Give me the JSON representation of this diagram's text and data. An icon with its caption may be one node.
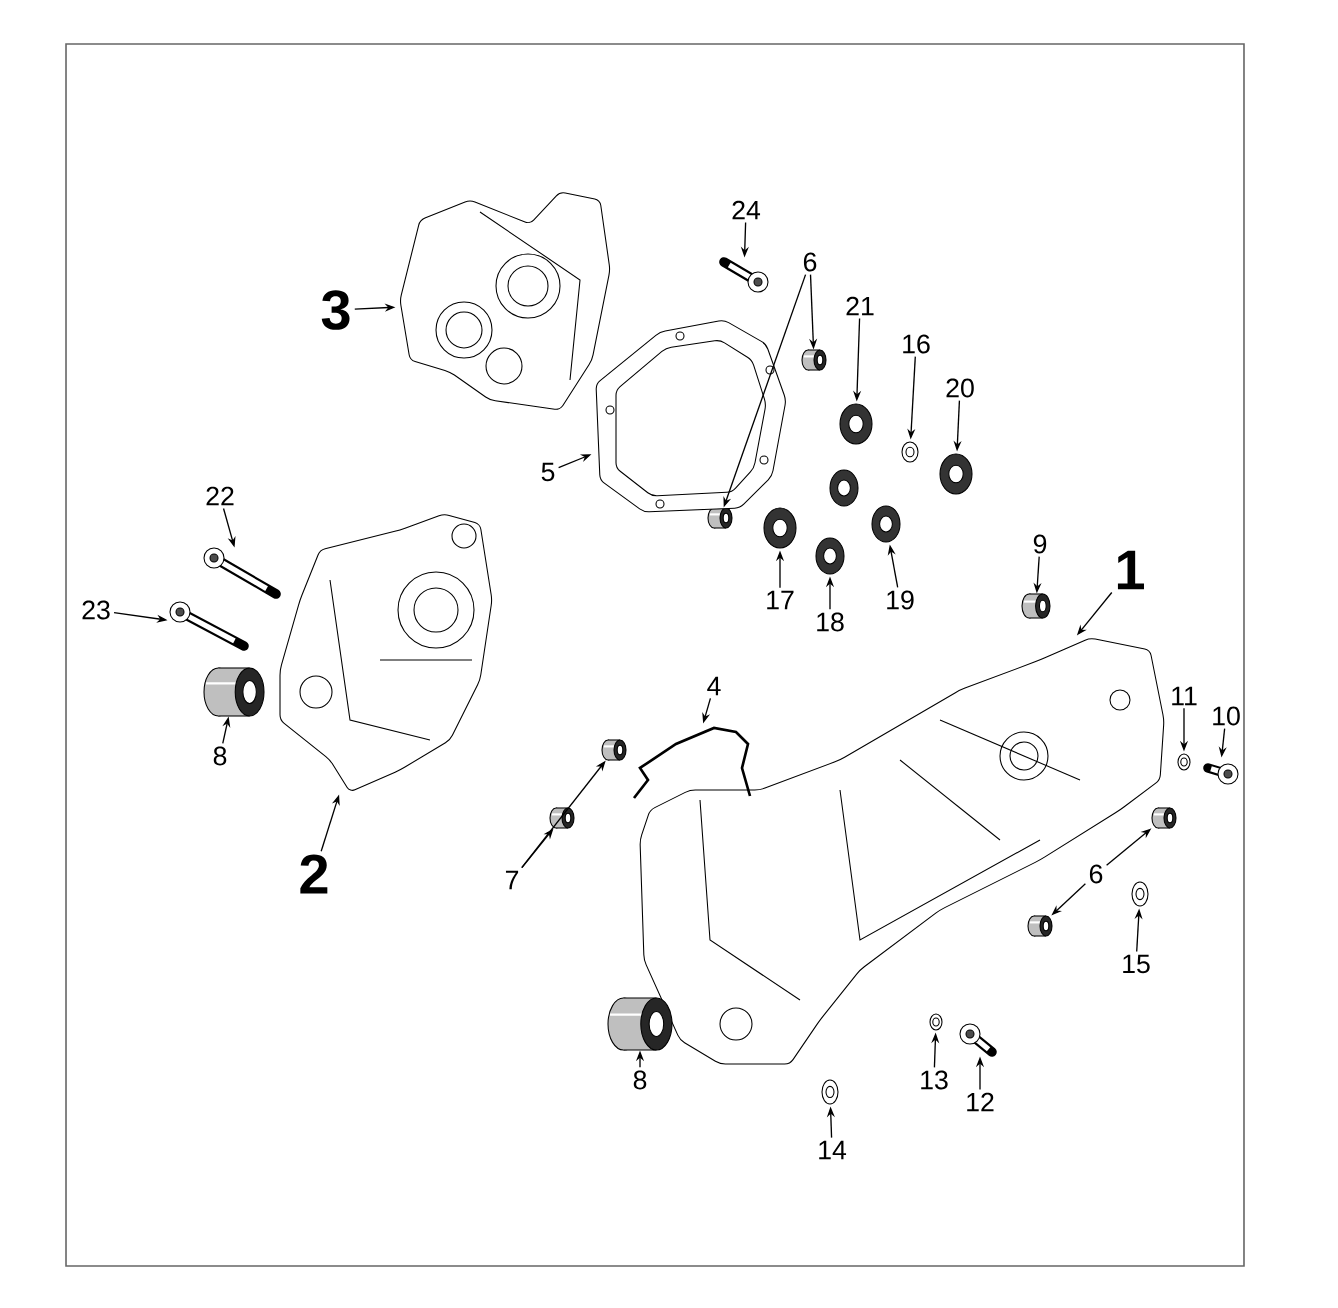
{
  "diagram": {
    "nodes": [
      {
        "text": [
          "3"
        ]
      },
      {
        "text": [],
        "shape": "picture"
      },
      {
        "text": [
          "24"
        ]
      },
      {
        "text": [],
        "shape": "picture"
      },
      {
        "text": [
          "6"
        ]
      },
      {
        "text": [],
        "shape": "picture"
      },
      {
        "text": [],
        "shape": "picture"
      },
      {
        "text": [
          "21"
        ]
      },
      {
        "text": [],
        "shape": "picture"
      },
      {
        "text": [
          "16"
        ]
      },
      {
        "text": [],
        "shape": "picture"
      },
      {
        "text": [
          "20"
        ]
      },
      {
        "text": [],
        "shape": "picture"
      },
      {
        "text": [
          "5"
        ]
      },
      {
        "text": [],
        "shape": "picture"
      },
      {
        "text": [],
        "shape": "picture"
      },
      {
        "text": [
          "22"
        ]
      },
      {
        "text": [],
        "shape": "picture"
      },
      {
        "text": [
          "9"
        ]
      },
      {
        "text": [],
        "shape": "picture"
      },
      {
        "text": [
          "1"
        ]
      },
      {
        "text": [],
        "shape": "picture"
      },
      {
        "text": [
          "23"
        ]
      },
      {
        "text": [],
        "shape": "picture"
      },
      {
        "text": [
          "17"
        ]
      },
      {
        "text": [],
        "shape": "picture"
      },
      {
        "text": [
          "18"
        ]
      },
      {
        "text": [],
        "shape": "picture"
      },
      {
        "text": [
          "19"
        ]
      },
      {
        "text": [],
        "shape": "picture"
      },
      {
        "text": [
          "8"
        ]
      },
      {
        "text": [],
        "shape": "picture"
      },
      {
        "text": [
          "2"
        ]
      },
      {
        "text": [],
        "shape": "picture"
      },
      {
        "text": [
          "4"
        ]
      },
      {
        "text": [],
        "shape": "picture"
      },
      {
        "text": [
          "11"
        ]
      },
      {
        "text": [],
        "shape": "picture"
      },
      {
        "text": [
          "10"
        ]
      },
      {
        "text": [],
        "shape": "picture"
      },
      {
        "text": [
          "7"
        ]
      },
      {
        "text": [],
        "shape": "picture"
      },
      {
        "text": [],
        "shape": "picture"
      },
      {
        "text": [
          "6"
        ]
      },
      {
        "text": [],
        "shape": "picture"
      },
      {
        "text": [],
        "shape": "picture"
      },
      {
        "text": [
          "15"
        ]
      },
      {
        "text": [],
        "shape": "picture"
      },
      {
        "text": [
          "8"
        ]
      },
      {
        "text": [],
        "shape": "picture"
      },
      {
        "text": [
          "13"
        ]
      },
      {
        "text": [],
        "shape": "picture"
      },
      {
        "text": [
          "12"
        ]
      },
      {
        "text": [],
        "shape": "picture"
      },
      {
        "text": [
          "14"
        ]
      },
      {
        "text": [],
        "shape": "picture"
      }
    ],
    "edges": [
      {
        "from": 0,
        "to": 1,
        "arrow": "to"
      },
      {
        "from": 2,
        "to": 3,
        "arrow": "to"
      },
      {
        "from": 4,
        "to": 5,
        "arrow": "to"
      },
      {
        "from": 4,
        "to": 6,
        "arrow": "to"
      },
      {
        "from": 7,
        "to": 8,
        "arrow": "to"
      },
      {
        "from": 9,
        "to": 10,
        "arrow": "to"
      },
      {
        "from": 11,
        "to": 12,
        "arrow": "to"
      },
      {
        "from": 13,
        "to": 14,
        "arrow": "to"
      },
      {
        "from": 16,
        "to": 17,
        "arrow": "to"
      },
      {
        "from": 18,
        "to": 19,
        "arrow": "to"
      },
      {
        "from": 20,
        "to": 21,
        "arrow": "to"
      },
      {
        "from": 22,
        "to": 23,
        "arrow": "to"
      },
      {
        "from": 24,
        "to": 25,
        "arrow": "to"
      },
      {
        "from": 26,
        "to": 27,
        "arrow": "to"
      },
      {
        "from": 28,
        "to": 29,
        "arrow": "to"
      },
      {
        "from": 30,
        "to": 31,
        "arrow": "to"
      },
      {
        "from": 32,
        "to": 33,
        "arrow": "to"
      },
      {
        "from": 34,
        "to": 35,
        "arrow": "to"
      },
      {
        "from": 36,
        "to": 37,
        "arrow": "to"
      },
      {
        "from": 38,
        "to": 39,
        "arrow": "to"
      },
      {
        "from": 40,
        "to": 41,
        "arrow": "to"
      },
      {
        "from": 40,
        "to": 42,
        "arrow": "to"
      },
      {
        "from": 43,
        "to": 44,
        "arrow": "to"
      },
      {
        "from": 43,
        "to": 45,
        "arrow": "to"
      },
      {
        "from": 46,
        "to": 47,
        "arrow": "to"
      },
      {
        "from": 48,
        "to": 49,
        "arrow": "to"
      },
      {
        "from": 50,
        "to": 51,
        "arrow": "to"
      },
      {
        "from": 52,
        "to": 53,
        "arrow": "to"
      },
      {
        "from": 54,
        "to": 55,
        "arrow": "to"
      }
    ]
  }
}
